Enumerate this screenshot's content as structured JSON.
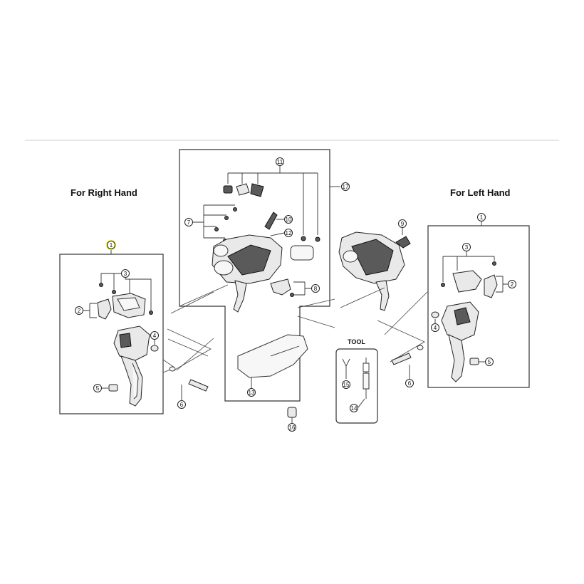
{
  "headings": {
    "right_hand": "For Right Hand",
    "left_hand": "For Left Hand",
    "tool": "TOOL"
  },
  "callouts": {
    "n1": "1",
    "n2": "2",
    "n3": "3",
    "n4": "4",
    "n5": "5",
    "n6": "6",
    "n7": "7",
    "n8": "8",
    "n9": "9",
    "n10": "10",
    "n11": "11",
    "n12": "12",
    "n13": "13",
    "n14": "14",
    "n15": "15",
    "n16": "16",
    "n17": "17"
  },
  "colors": {
    "highlight": "#f5f500",
    "line": "#333333",
    "part_fill": "#e9e9e9"
  }
}
